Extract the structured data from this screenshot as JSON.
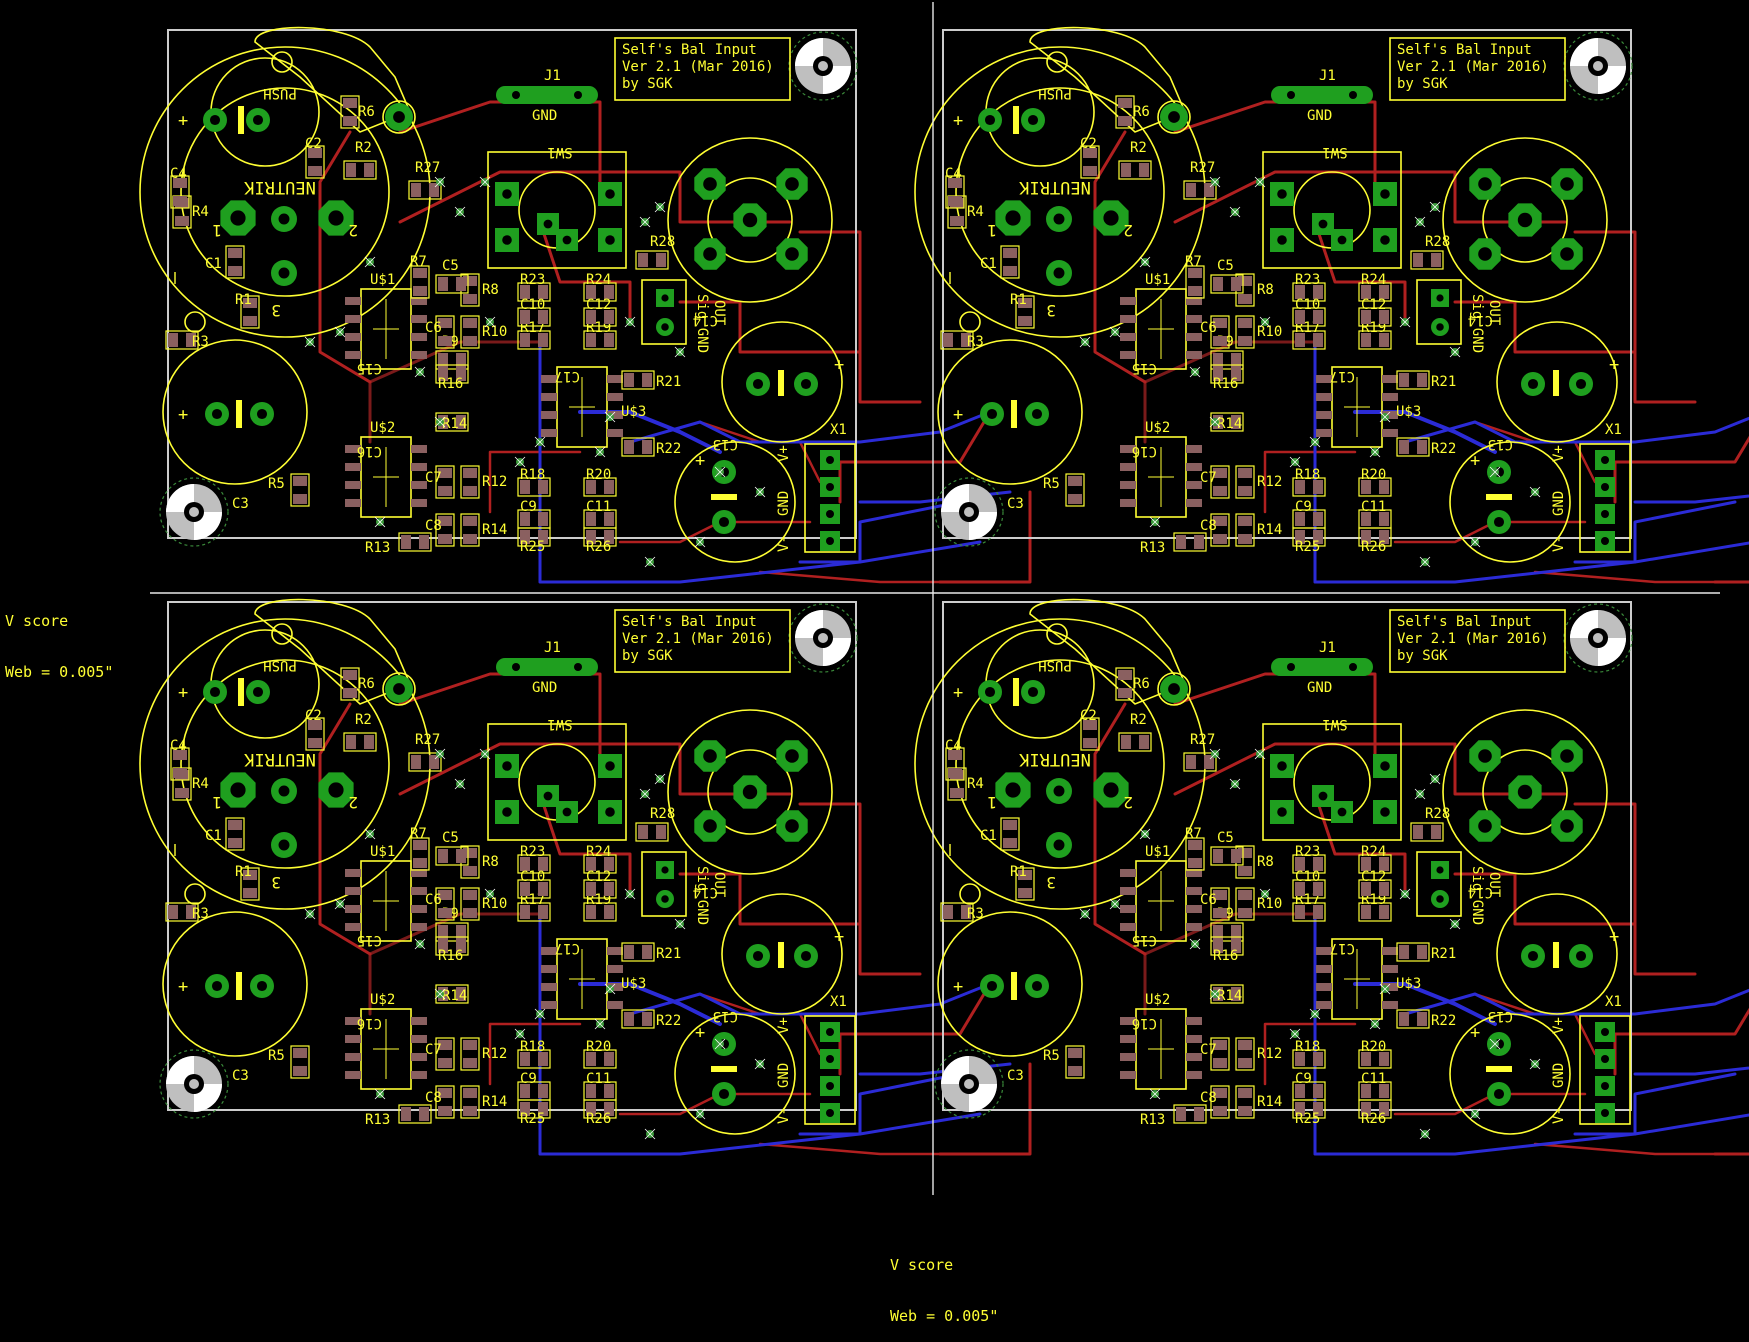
{
  "score_labels": {
    "v_score_left": [
      "V score",
      "Web = 0.005\""
    ],
    "v_score_bottom": [
      "V score",
      "Web = 0.005\""
    ]
  },
  "board": {
    "title_lines": [
      "Self's Bal Input",
      "Ver 2.1 (Mar 2016)",
      "by SGK"
    ],
    "connector_labels": {
      "j1": "J1",
      "gnd": "GND",
      "sw1": "SW1",
      "x1": "X1",
      "push": "PUSH",
      "neutrik": "NEUTRIK",
      "sig_gnd": "Sig GND",
      "out": "OUT",
      "vplus": "V+",
      "vminus": "V-",
      "gnd_v": "GND"
    },
    "xlr_pins": [
      "1",
      "2",
      "3"
    ],
    "polarity": {
      "plus": "+"
    },
    "ic_labels": [
      "U$1",
      "U$2",
      "U$3"
    ],
    "part_labels": [
      "R1",
      "R2",
      "R3",
      "R4",
      "R5",
      "R6",
      "R7",
      "R8",
      "R9",
      "R10",
      "R12",
      "R14",
      "R13",
      "R14",
      "R16",
      "R17",
      "R18",
      "R19",
      "R20",
      "R21",
      "R22",
      "R23",
      "R24",
      "R25",
      "R26",
      "R27",
      "R28",
      "C1",
      "C2",
      "C3",
      "C4",
      "C5",
      "C6",
      "C7",
      "C8",
      "C9",
      "C10",
      "C11",
      "C12",
      "C13",
      "C14",
      "C15",
      "C16",
      "C17"
    ]
  },
  "panel_layout": {
    "columns": 2,
    "rows": 2,
    "copies": 4
  },
  "colors": {
    "background": "#000000",
    "silkscreen": "#ffff33",
    "top_copper": "#b02020",
    "bottom_copper": "#2b2bd6",
    "pad": "#1f9f1f",
    "smd_pad": "#8a6060",
    "outline": "#cccccc",
    "via": "#3a9a3a"
  }
}
